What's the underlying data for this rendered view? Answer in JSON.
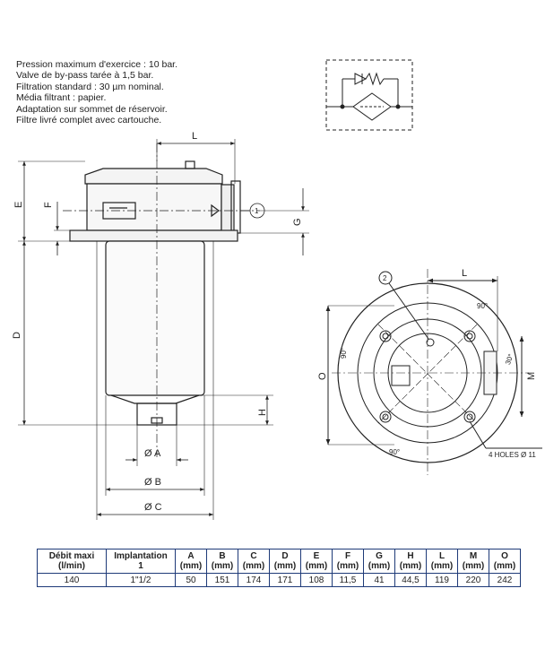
{
  "notes": [
    "Pression maximum d'exercice : 10 bar.",
    "Valve de by-pass tarée à 1,5 bar.",
    "Filtration standard : 30 µm nominal.",
    "Média filtrant : papier.",
    "Adaptation sur sommet de réservoir.",
    "Filtre livré complet avec cartouche."
  ],
  "drawing": {
    "dim_L": "L",
    "dim_E": "E",
    "dim_F": "F",
    "dim_G": "G",
    "dim_D": "D",
    "dim_H": "H",
    "dim_A": "Ø A",
    "dim_B": "Ø B",
    "dim_C": "Ø C",
    "callout_1": "1",
    "callout_2": "2",
    "top_L": "L",
    "top_O": "O",
    "top_M": "M",
    "angle_90_top": "90°",
    "angle_90_left": "90°",
    "angle_90_bottom": "90°",
    "angle_30": "30°",
    "holes": "4 HOLES Ø 11"
  },
  "table": {
    "headers": [
      {
        "main": "Débit maxi",
        "sub": "(l/min)"
      },
      {
        "main": "Implantation",
        "sub": "1"
      },
      {
        "main": "A",
        "sub": "(mm)"
      },
      {
        "main": "B",
        "sub": "(mm)"
      },
      {
        "main": "C",
        "sub": "(mm)"
      },
      {
        "main": "D",
        "sub": "(mm)"
      },
      {
        "main": "E",
        "sub": "(mm)"
      },
      {
        "main": "F",
        "sub": "(mm)"
      },
      {
        "main": "G",
        "sub": "(mm)"
      },
      {
        "main": "H",
        "sub": "(mm)"
      },
      {
        "main": "L",
        "sub": "(mm)"
      },
      {
        "main": "M",
        "sub": "(mm)"
      },
      {
        "main": "O",
        "sub": "(mm)"
      }
    ],
    "row": [
      "140",
      "1\"1/2",
      "50",
      "151",
      "174",
      "171",
      "108",
      "11,5",
      "41",
      "44,5",
      "119",
      "220",
      "242"
    ]
  }
}
